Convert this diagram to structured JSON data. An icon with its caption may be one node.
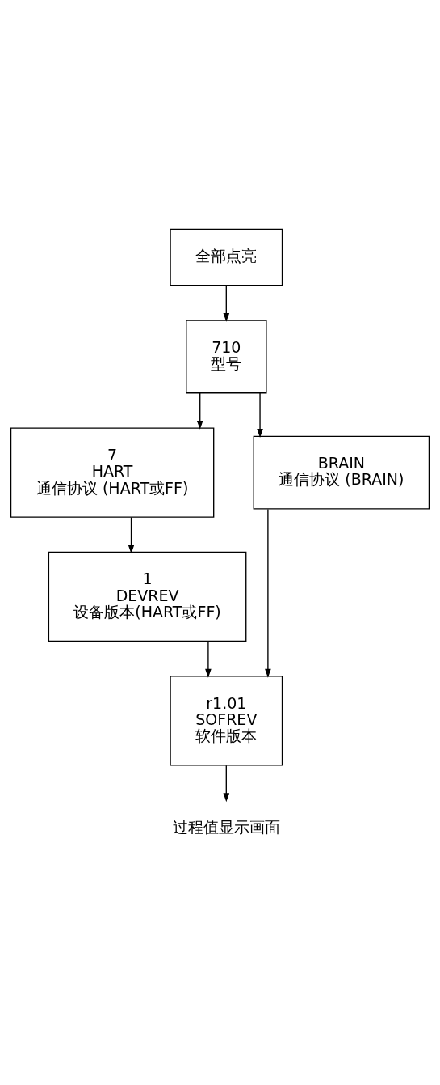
{
  "diagram": {
    "nodes": [
      {
        "text": [
          "全部点亮"
        ]
      },
      {
        "text": [
          "710",
          "型号"
        ]
      },
      {
        "text": [
          "7",
          "HART",
          "通信协议 (HART或FF)"
        ]
      },
      {
        "text": [
          "BRAIN",
          "通信协议 (BRAIN)"
        ]
      },
      {
        "text": [
          "1",
          "DEVREV",
          "设备版本(HART或FF)"
        ]
      },
      {
        "text": [
          "r1.01",
          "SOFREV",
          "软件版本"
        ]
      },
      {
        "text": [
          "过程值显示画面"
        ]
      }
    ],
    "edges": [
      {
        "from": 0,
        "to": 1,
        "arrow": "to"
      },
      {
        "from": 1,
        "to": 2,
        "arrow": "to"
      },
      {
        "from": 1,
        "to": 3,
        "arrow": "to"
      },
      {
        "from": 2,
        "to": 4,
        "arrow": "to"
      },
      {
        "from": 4,
        "to": 5,
        "arrow": "to"
      },
      {
        "from": 3,
        "to": 5,
        "arrow": "to"
      },
      {
        "from": 5,
        "to": 6,
        "arrow": "to"
      }
    ]
  }
}
